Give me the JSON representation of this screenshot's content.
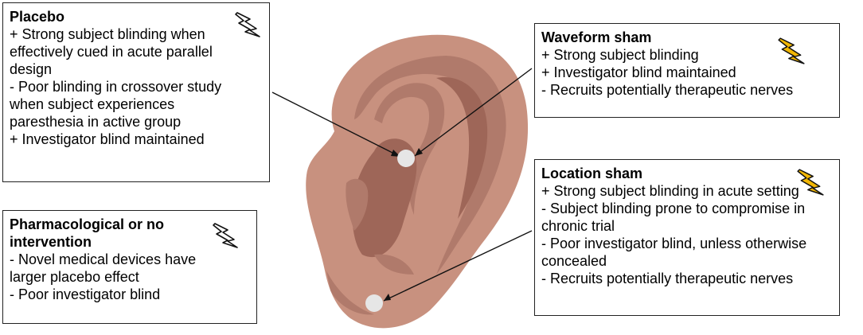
{
  "boxes": {
    "placebo": {
      "title": "Placebo",
      "lines": [
        "+ Strong subject blinding when",
        "effectively cued in acute parallel",
        "design",
        "- Poor blinding in crossover study",
        "when subject experiences",
        "paresthesia in active group",
        "+ Investigator blind maintained"
      ],
      "icon": "lightning-outline-icon"
    },
    "pharmacological": {
      "title": "Pharmacological or no\nintervention",
      "lines": [
        "- Novel medical devices have",
        "larger placebo effect",
        "- Poor investigator blind"
      ],
      "icon": "lightning-outline-icon"
    },
    "waveform": {
      "title": "Waveform sham",
      "lines": [
        "+ Strong subject blinding",
        "+ Investigator blind maintained",
        "- Recruits potentially therapeutic nerves"
      ],
      "icon": "lightning-filled-icon"
    },
    "location": {
      "title": "Location sham",
      "lines": [
        "+ Strong subject blinding in acute setting",
        "- Subject blinding prone to compromise in",
        "chronic trial",
        "- Poor investigator blind, unless otherwise",
        "concealed",
        "- Recruits potentially therapeutic nerves"
      ],
      "icon": "lightning-filled-icon"
    }
  },
  "colors": {
    "skin": "#c8917f",
    "skin_dark": "#9e6658",
    "skin_shadow": "#b07a6b",
    "electrode": "#e6e6e6",
    "bolt_fill": "#f2b705",
    "border": "#222222"
  }
}
